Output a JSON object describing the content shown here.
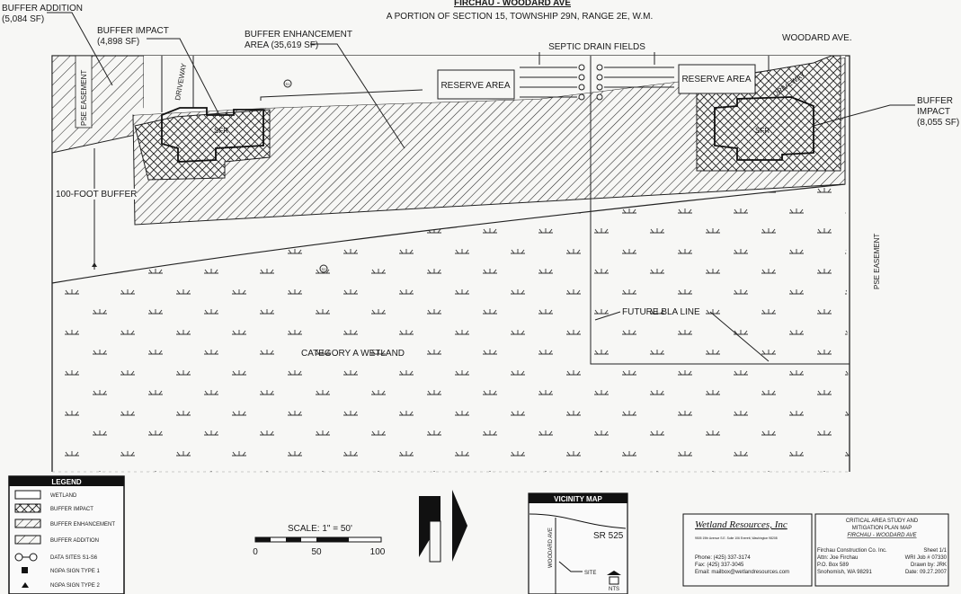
{
  "title": {
    "project": "FIRCHAU - WOODARD AVE",
    "subtitle": "A PORTION OF SECTION 15, TOWNSHIP 29N, RANGE 2E, W.M."
  },
  "callouts": {
    "buffer_addition": "BUFFER ADDITION",
    "buffer_addition_area": "(5,084 SF)",
    "buffer_impact_left": "BUFFER IMPACT",
    "buffer_impact_left_area": "(4,898 SF)",
    "buffer_enhancement": "BUFFER ENHANCEMENT",
    "buffer_enhancement_area": "AREA (35,619 SF)",
    "septic": "SEPTIC DRAIN FIELDS",
    "woodard": "WOODARD AVE.",
    "buffer_impact_right": "BUFFER",
    "buffer_impact_right2": "IMPACT",
    "buffer_impact_right_area": "(8,055 SF)",
    "reserve_left": "RESERVE AREA",
    "reserve_right": "RESERVE AREA",
    "sfr_left": "SFR",
    "sfr_right": "SFR",
    "driveway_left": "DRIVEWAY",
    "driveway_right": "DRIVEWAY",
    "pse_left": "PSE EASEMENT",
    "pse_right": "PSE EASEMENT",
    "hundred_foot_buffer": "100-FOOT BUFFER",
    "future_bla": "FUTURE BLA LINE",
    "wetland": "CATEGORY A WETLAND",
    "site_s1": "S1",
    "site_s2": "S2"
  },
  "legend": {
    "title": "LEGEND",
    "items": [
      {
        "label": "WETLAND"
      },
      {
        "label": "BUFFER IMPACT"
      },
      {
        "label": "BUFFER ENHANCEMENT"
      },
      {
        "label": "BUFFER ADDITION"
      },
      {
        "label": "DATA SITES S1-S6"
      },
      {
        "label": "NGPA SIGN TYPE 1"
      },
      {
        "label": "NGPA SIGN TYPE 2"
      }
    ]
  },
  "scale": {
    "label": "SCALE: 1\" = 50'",
    "ticks": [
      "0",
      "50",
      "100"
    ]
  },
  "vicinity": {
    "title": "VICINITY MAP",
    "road1": "WOODARD AVE",
    "road2": "SR 525",
    "site": "SITE",
    "nts": "NTS"
  },
  "company": {
    "name": "Wetland Resources, Inc",
    "address": "9505 19th Avenue S.E. Suite 106 Everett, Washington 98208",
    "phone": "Phone: (425) 337-3174",
    "fax": "Fax: (425) 337-3045",
    "email": "Email: mailbox@wetlandresources.com"
  },
  "titleblock": {
    "line1": "CRITICAL AREA STUDY AND",
    "line2": "MITIGATION PLAN MAP",
    "line3": "FIRCHAU - WOODARD AVE",
    "client": "Firchau Construction Co. Inc.",
    "attn": "Attn: Joe Firchau",
    "po": "P.O. Box 589",
    "city": "Snohomish, WA 98291",
    "sheet": "Sheet 1/1",
    "job": "WRI Job # 07330",
    "drawn": "Drawn by: JRK",
    "date": "Date: 09.27.2007"
  }
}
